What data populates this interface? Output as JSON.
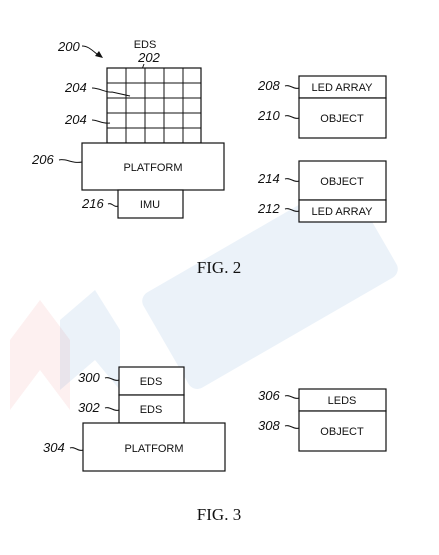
{
  "fig2": {
    "ref_200": "200",
    "eds_title": "EDS",
    "ref_202": "202",
    "ref_204a": "204",
    "ref_204b": "204",
    "ref_206": "206",
    "platform": "PLATFORM",
    "ref_216": "216",
    "imu": "IMU",
    "ref_208": "208",
    "led_array_top": "LED ARRAY",
    "ref_210": "210",
    "object_top": "OBJECT",
    "ref_214": "214",
    "object_bottom": "OBJECT",
    "ref_212": "212",
    "led_array_bottom": "LED ARRAY",
    "caption": "FIG. 2"
  },
  "fig3": {
    "ref_300": "300",
    "eds_top": "EDS",
    "ref_302": "302",
    "eds_bottom": "EDS",
    "ref_304": "304",
    "platform": "PLATFORM",
    "ref_306": "306",
    "leds": "LEDS",
    "ref_308": "308",
    "object": "OBJECT",
    "caption": "FIG. 3"
  }
}
